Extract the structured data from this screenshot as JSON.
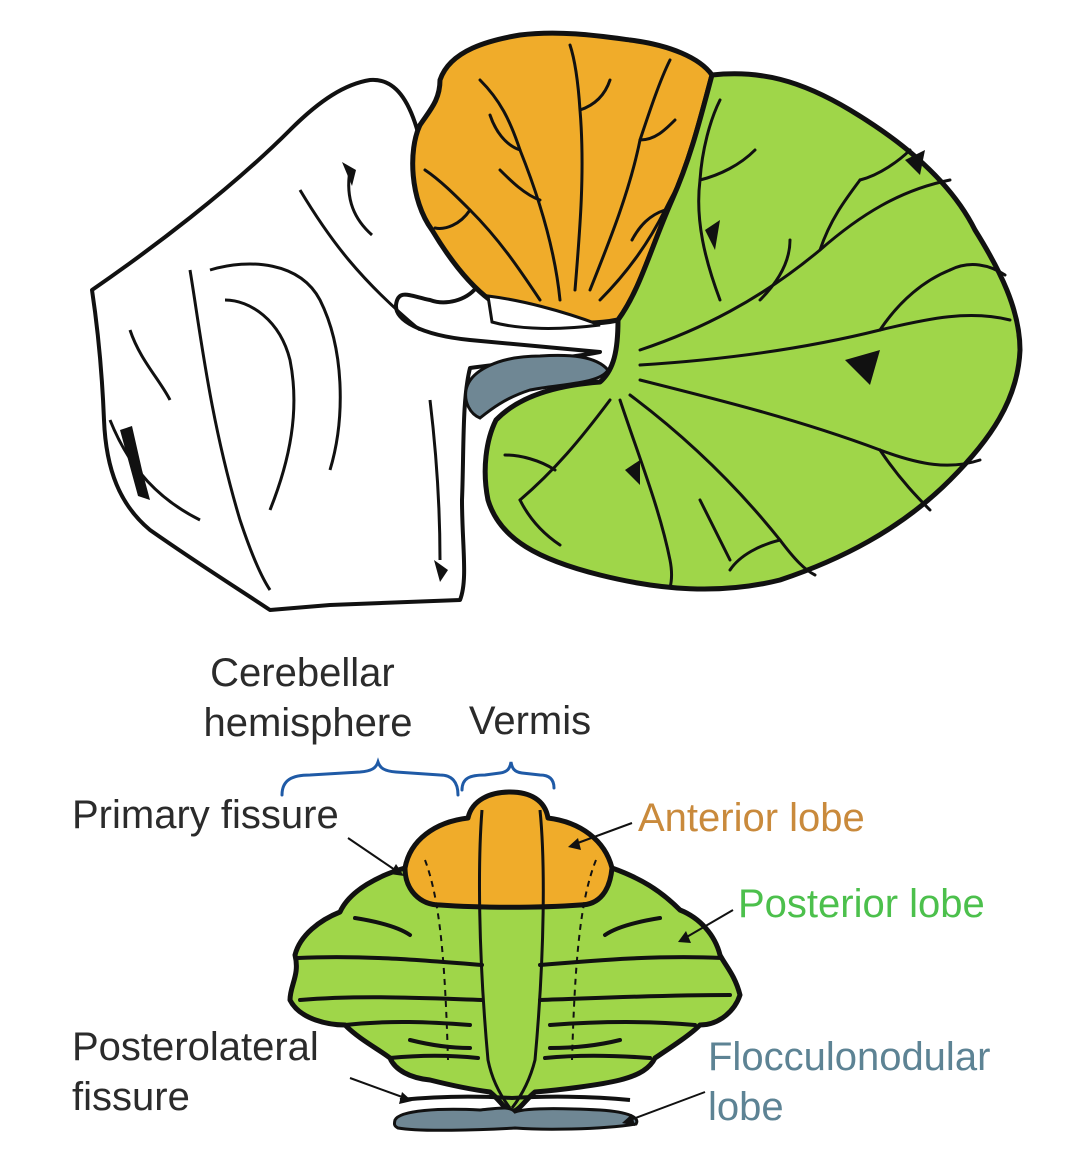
{
  "labels": {
    "cerebellar_hemisphere": [
      "Cerebellar",
      "hemisphere"
    ],
    "vermis": "Vermis",
    "primary_fissure": "Primary fissure",
    "anterior_lobe": "Anterior lobe",
    "posterior_lobe": "Posterior lobe",
    "posterolateral_fissure": [
      "Posterolateral",
      "fissure"
    ],
    "flocculonodular_lobe": [
      "Flocculonodular",
      "lobe"
    ]
  },
  "colors": {
    "anterior_lobe": "#f0ac2a",
    "posterior_lobe": "#9fd649",
    "flocculonodular_lobe": "#6f8794",
    "brainstem": "#ffffff",
    "outline": "#111111",
    "bracket": "#1f5aa6",
    "label_dark": "#2b2b2b",
    "label_anterior": "#c98a3c",
    "label_posterior": "#4cc04c",
    "label_flocculonodular": "#5d8394"
  }
}
